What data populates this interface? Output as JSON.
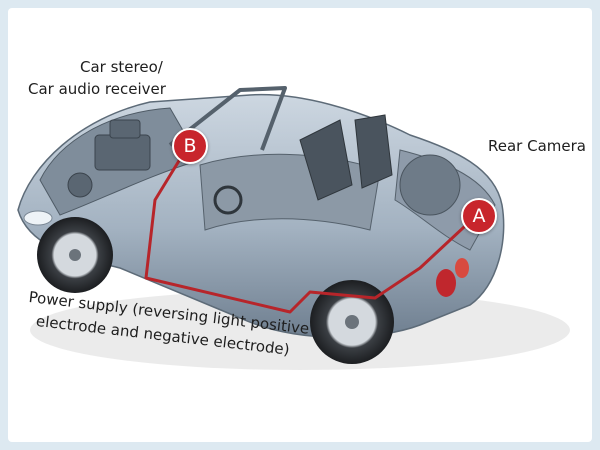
{
  "labels": {
    "car_stereo_line1": "Car stereo/",
    "car_stereo_line2": "Car audio receiver",
    "rear_camera": "Rear Camera",
    "power_line1": "Power supply (reversing light positive",
    "power_line2": "electrode and negative electrode)"
  },
  "badges": {
    "a": "A",
    "b": "B"
  },
  "colors": {
    "background": "#dde9f1",
    "wire": "#b7252a",
    "badge": "#c8252c",
    "car_body": "#a9b8c6"
  }
}
